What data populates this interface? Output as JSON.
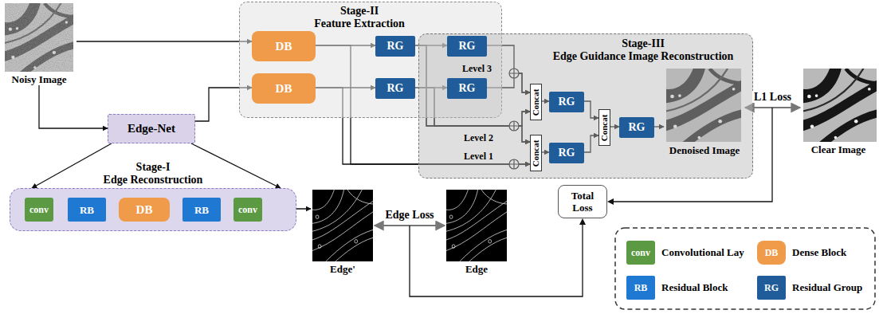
{
  "diagram": {
    "nodes": [
      {
        "text": [
          "Noisy Image"
        ]
      },
      {
        "text": [
          "Stage-II",
          "Feature Extraction"
        ]
      },
      {
        "text": [
          "DB"
        ],
        "in": 1
      },
      {
        "text": [
          "RG"
        ],
        "in": 1
      },
      {
        "text": [
          "RG"
        ],
        "in": 1
      },
      {
        "text": [
          "DB"
        ],
        "in": 1
      },
      {
        "text": [
          "RG"
        ],
        "in": 1
      },
      {
        "text": [
          "RG"
        ],
        "in": 1
      },
      {
        "text": [
          "Stage-III",
          "Edge Guidance Image Reconstruction"
        ]
      },
      {
        "text": [
          "Concat"
        ],
        "in": 8
      },
      {
        "text": [
          "RG"
        ],
        "in": 8
      },
      {
        "text": [
          "Concat"
        ],
        "in": 8
      },
      {
        "text": [
          "RG"
        ],
        "in": 8
      },
      {
        "text": [
          "Concat"
        ],
        "in": 8
      },
      {
        "text": [
          "RG"
        ],
        "in": 8
      },
      {
        "text": [
          "Denoised Image"
        ],
        "in": 8
      },
      {
        "text": [
          "Clear Image"
        ]
      },
      {
        "text": [
          "Edge-Net"
        ]
      },
      {
        "text": [
          "Stage-I",
          "Edge Reconstruction"
        ]
      },
      {
        "text": [
          "conv"
        ],
        "in": 18
      },
      {
        "text": [
          "RB"
        ],
        "in": 18
      },
      {
        "text": [
          "DB"
        ],
        "in": 18
      },
      {
        "text": [
          "RB"
        ],
        "in": 18
      },
      {
        "text": [
          "conv"
        ],
        "in": 18
      },
      {
        "text": [
          "Edge'"
        ]
      },
      {
        "text": [
          "Edge"
        ]
      },
      {
        "text": [
          "Total Loss"
        ]
      }
    ],
    "edges": [
      {
        "from": 0,
        "to": 2,
        "arrow": "to"
      },
      {
        "from": 2,
        "to": 3,
        "arrow": "to"
      },
      {
        "from": 3,
        "to": 4,
        "arrow": "to"
      },
      {
        "from": 0,
        "to": 17,
        "arrow": "to"
      },
      {
        "from": 17,
        "to": 5,
        "arrow": "to"
      },
      {
        "from": 5,
        "to": 6,
        "arrow": "to"
      },
      {
        "from": 6,
        "to": 7,
        "arrow": "to"
      },
      {
        "from": 4,
        "to": 9,
        "arrow": "to"
      },
      {
        "from": 7,
        "to": 9,
        "arrow": "to"
      },
      {
        "from": 3,
        "to": 9,
        "arrow": "to"
      },
      {
        "from": 6,
        "to": 9,
        "arrow": "to"
      },
      {
        "from": 3,
        "to": 11,
        "arrow": "to"
      },
      {
        "from": 6,
        "to": 11,
        "arrow": "to"
      },
      {
        "from": 2,
        "to": 11,
        "arrow": "to"
      },
      {
        "from": 5,
        "to": 11,
        "arrow": "to"
      },
      {
        "from": 9,
        "to": 10,
        "arrow": "to"
      },
      {
        "from": 11,
        "to": 12,
        "arrow": "to"
      },
      {
        "from": 10,
        "to": 13,
        "arrow": "to"
      },
      {
        "from": 12,
        "to": 13,
        "arrow": "to"
      },
      {
        "from": 13,
        "to": 14,
        "arrow": "to"
      },
      {
        "from": 14,
        "to": 15,
        "arrow": "to"
      },
      {
        "from": 15,
        "to": 16,
        "label": "L1 Loss",
        "arrow": "both"
      },
      {
        "from": 17,
        "to": 18,
        "arrow": "to"
      },
      {
        "from": 17,
        "to": 18,
        "arrow": "to"
      },
      {
        "from": 19,
        "to": 20,
        "arrow": "none"
      },
      {
        "from": 20,
        "to": 21,
        "arrow": "none"
      },
      {
        "from": 21,
        "to": 22,
        "arrow": "none"
      },
      {
        "from": 22,
        "to": 23,
        "arrow": "none"
      },
      {
        "from": 23,
        "to": 24,
        "arrow": "to"
      },
      {
        "from": 24,
        "to": 25,
        "label": "Edge Loss",
        "arrow": "both"
      }
    ],
    "labels": [
      "Level 3",
      "Level 2",
      "Level 1",
      "conv",
      "DB",
      "RB",
      "RG"
    ],
    "legend": [
      {
        "text": "Convolutional Lay",
        "color": "#5b9a42"
      },
      {
        "text": "Dense Block",
        "color": "#ef9b4a"
      },
      {
        "text": "Residual Block",
        "color": "#1f78d1"
      },
      {
        "text": "Residual Group",
        "color": "#1f5c99"
      }
    ]
  }
}
